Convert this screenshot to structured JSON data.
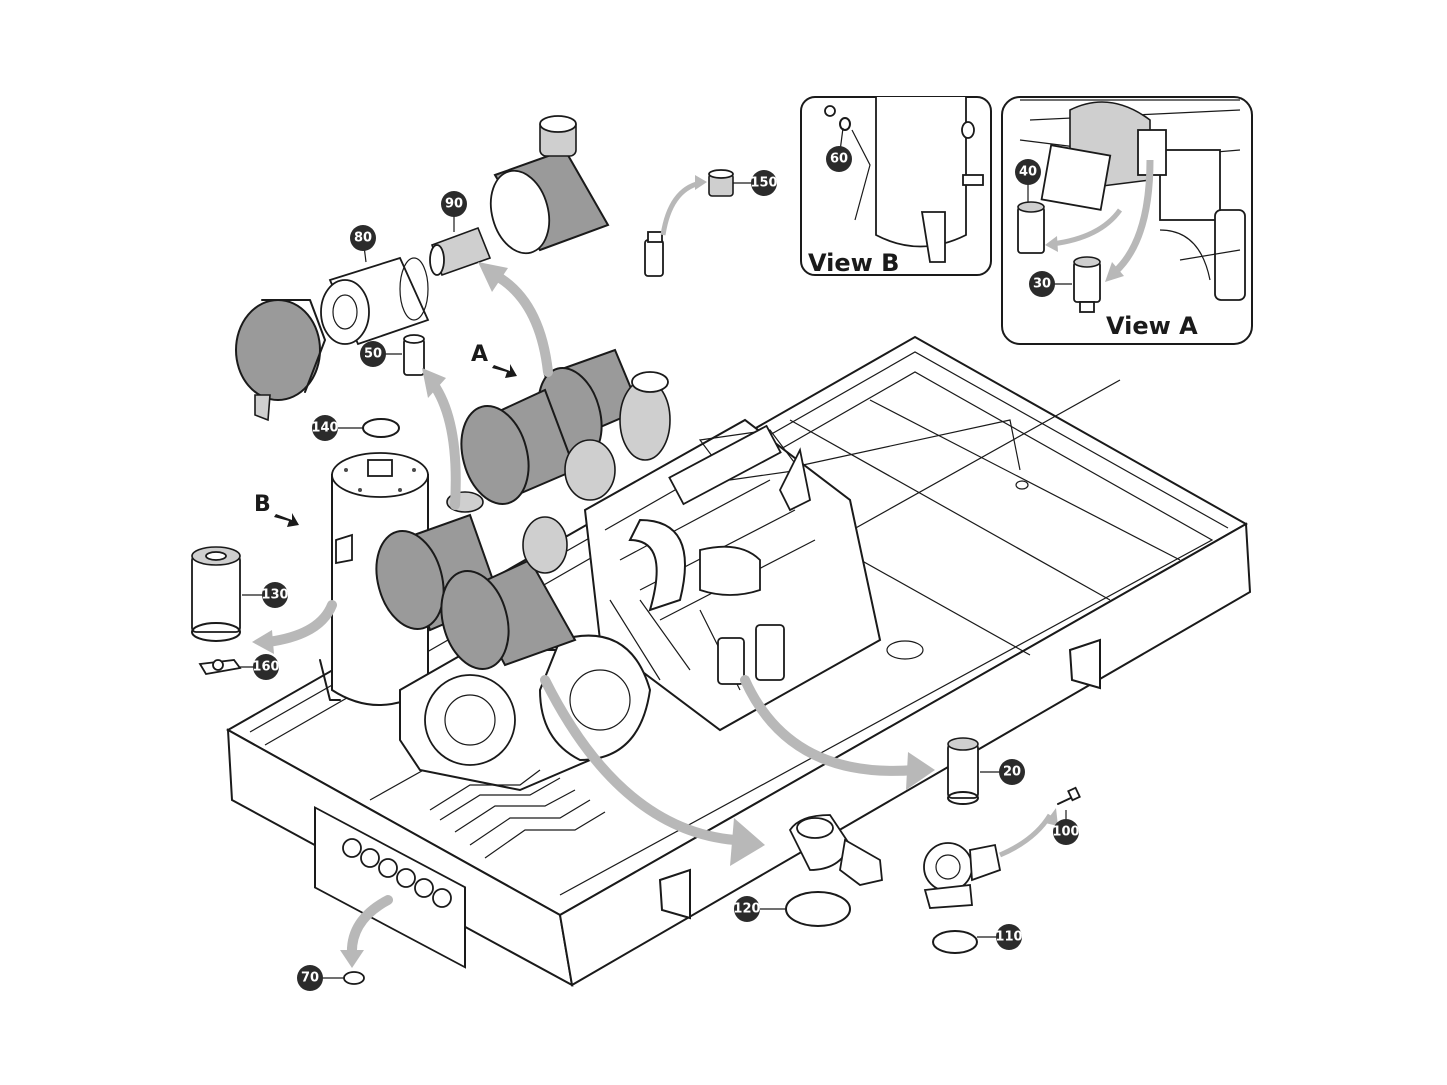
{
  "view_labels": {
    "view_a": "View A",
    "view_b": "View B",
    "arrow_a": "A",
    "arrow_b": "B"
  },
  "callouts": {
    "c20": "20",
    "c30": "30",
    "c40": "40",
    "c50": "50",
    "c60": "60",
    "c70": "70",
    "c80": "80",
    "c90": "90",
    "c100": "100",
    "c110": "110",
    "c120": "120",
    "c130": "130",
    "c140": "140",
    "c150": "150",
    "c160": "160"
  },
  "colors": {
    "line": "#1a1a1a",
    "part_fill": "#9a9a9a",
    "arrow": "#b8b8b8",
    "callout_bg": "#2b2b2b",
    "callout_text": "#ffffff"
  }
}
